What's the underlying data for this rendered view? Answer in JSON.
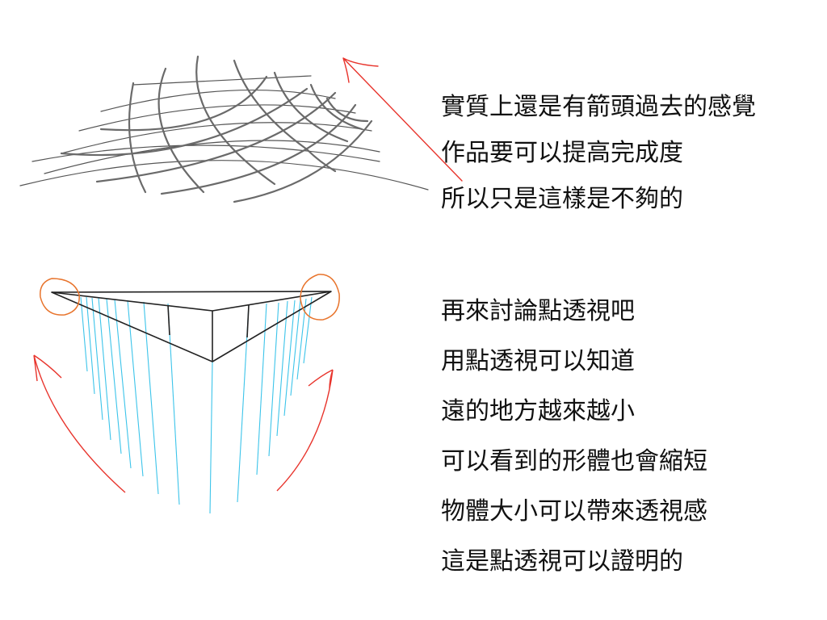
{
  "colors": {
    "ink": "#111111",
    "grid_thin": "#555555",
    "grid_thick": "#6a6a6a",
    "red_arrow": "#e8342c",
    "orange_circle": "#e8742c",
    "cyan_lines": "#3cc4ea"
  },
  "text_top": [
    "實質上還是有箭頭過去的感覺",
    "作品要可以提高完成度",
    "所以只是這樣是不夠的"
  ],
  "text_bottom": [
    "再來討論點透視吧",
    "用點透視可以知道",
    "遠的地方越來越小",
    "可以看到的形體也會縮短",
    "物體大小可以帶來透視感",
    "這是點透視可以證明的"
  ]
}
